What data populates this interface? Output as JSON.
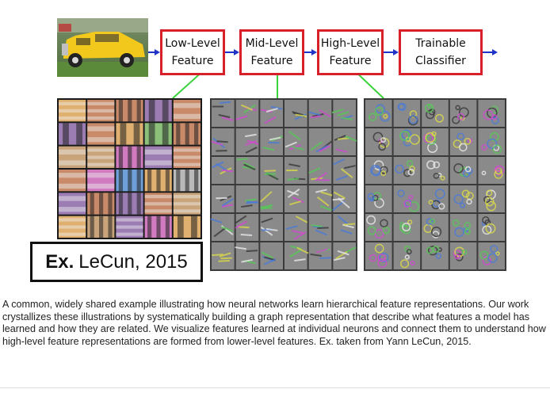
{
  "diagram": {
    "stages": [
      {
        "line1": "Low-Level",
        "line2": "Feature"
      },
      {
        "line1": "Mid-Level",
        "line2": "Feature"
      },
      {
        "line1": "High-Level",
        "line2": "Feature"
      },
      {
        "line1": "Trainable",
        "line2": "Classifier"
      }
    ],
    "colors": {
      "box_border": "#d8202b",
      "flow_arrow": "#1f33c8",
      "connector": "#3cd23c"
    },
    "input_image": "yellow vintage car photo",
    "feature_grids": [
      {
        "name": "low-level-filters",
        "rows": 6,
        "cols": 5
      },
      {
        "name": "mid-level-features",
        "rows": 6,
        "cols": 6
      },
      {
        "name": "high-level-features",
        "rows": 6,
        "cols": 5
      }
    ]
  },
  "citation": {
    "prefix": "Ex.",
    "text": "LeCun, 2015"
  },
  "caption": "A common, widely shared example illustrating how neural networks learn hierarchical feature representations. Our work crystallizes these illustrations by systematically building a graph representation that describe what features a model has learned and how they are related. We visualize features learned at individual neurons and connect them to understand how high-level feature representations are formed from lower-level features. Ex. taken from Yann LeCun, 2015."
}
